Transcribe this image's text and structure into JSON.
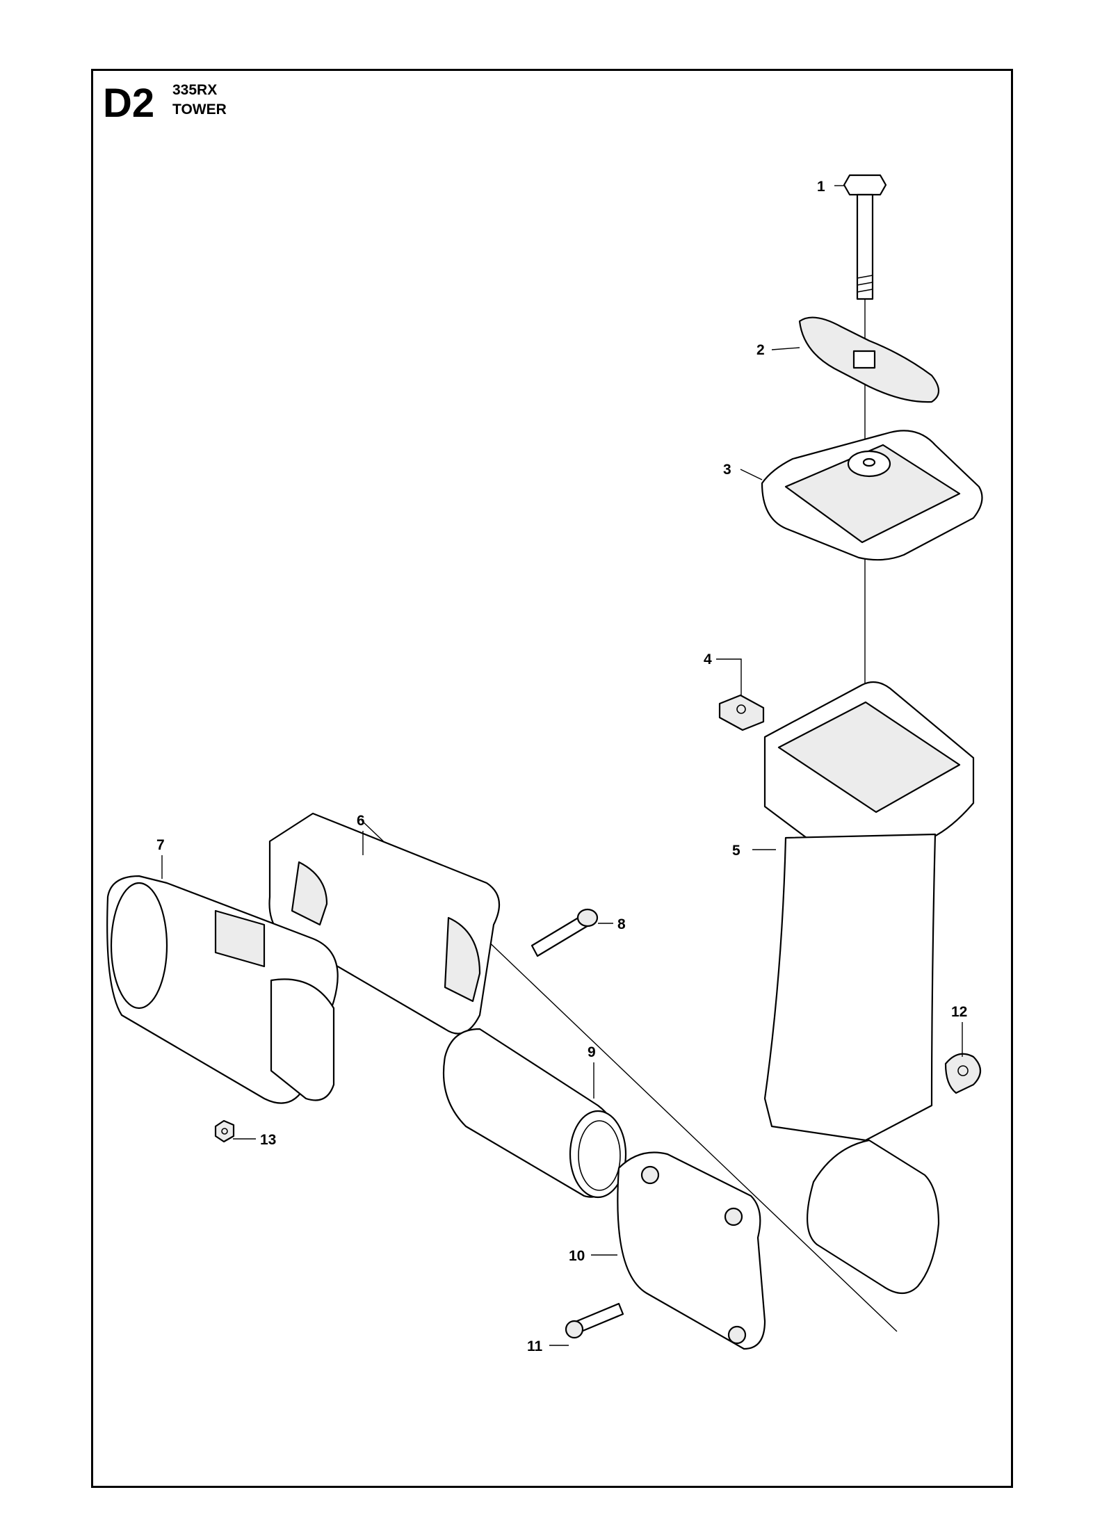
{
  "header": {
    "section_code": "D2",
    "model": "335RX",
    "title": "TOWER"
  },
  "callouts": [
    "1",
    "2",
    "3",
    "4",
    "5",
    "6",
    "7",
    "8",
    "9",
    "10",
    "11",
    "12",
    "13"
  ]
}
